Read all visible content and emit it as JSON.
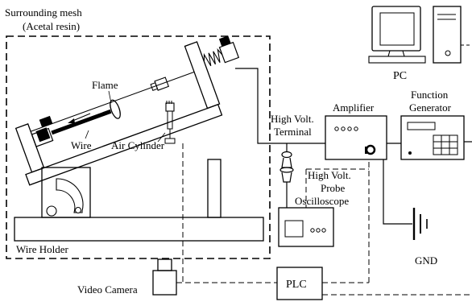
{
  "labels": {
    "surrounding_mesh": "Surrounding mesh",
    "mesh_material": "(Acetal resin)",
    "flame": "Flame",
    "wire": "Wire",
    "air_cylinder": "Air Cylinder",
    "wire_holder": "Wire Holder",
    "video_camera": "Video Camera",
    "plc": "PLC",
    "pc": "PC",
    "high_volt_terminal_1": "High Volt.",
    "high_volt_terminal_2": "Terminal",
    "amplifier": "Amplifier",
    "function_generator_1": "Function",
    "function_generator_2": "Generator",
    "high_volt_probe_1": "High Volt.",
    "high_volt_probe_2": "Probe",
    "oscilloscope": "Oscilloscope",
    "gnd": "GND"
  }
}
